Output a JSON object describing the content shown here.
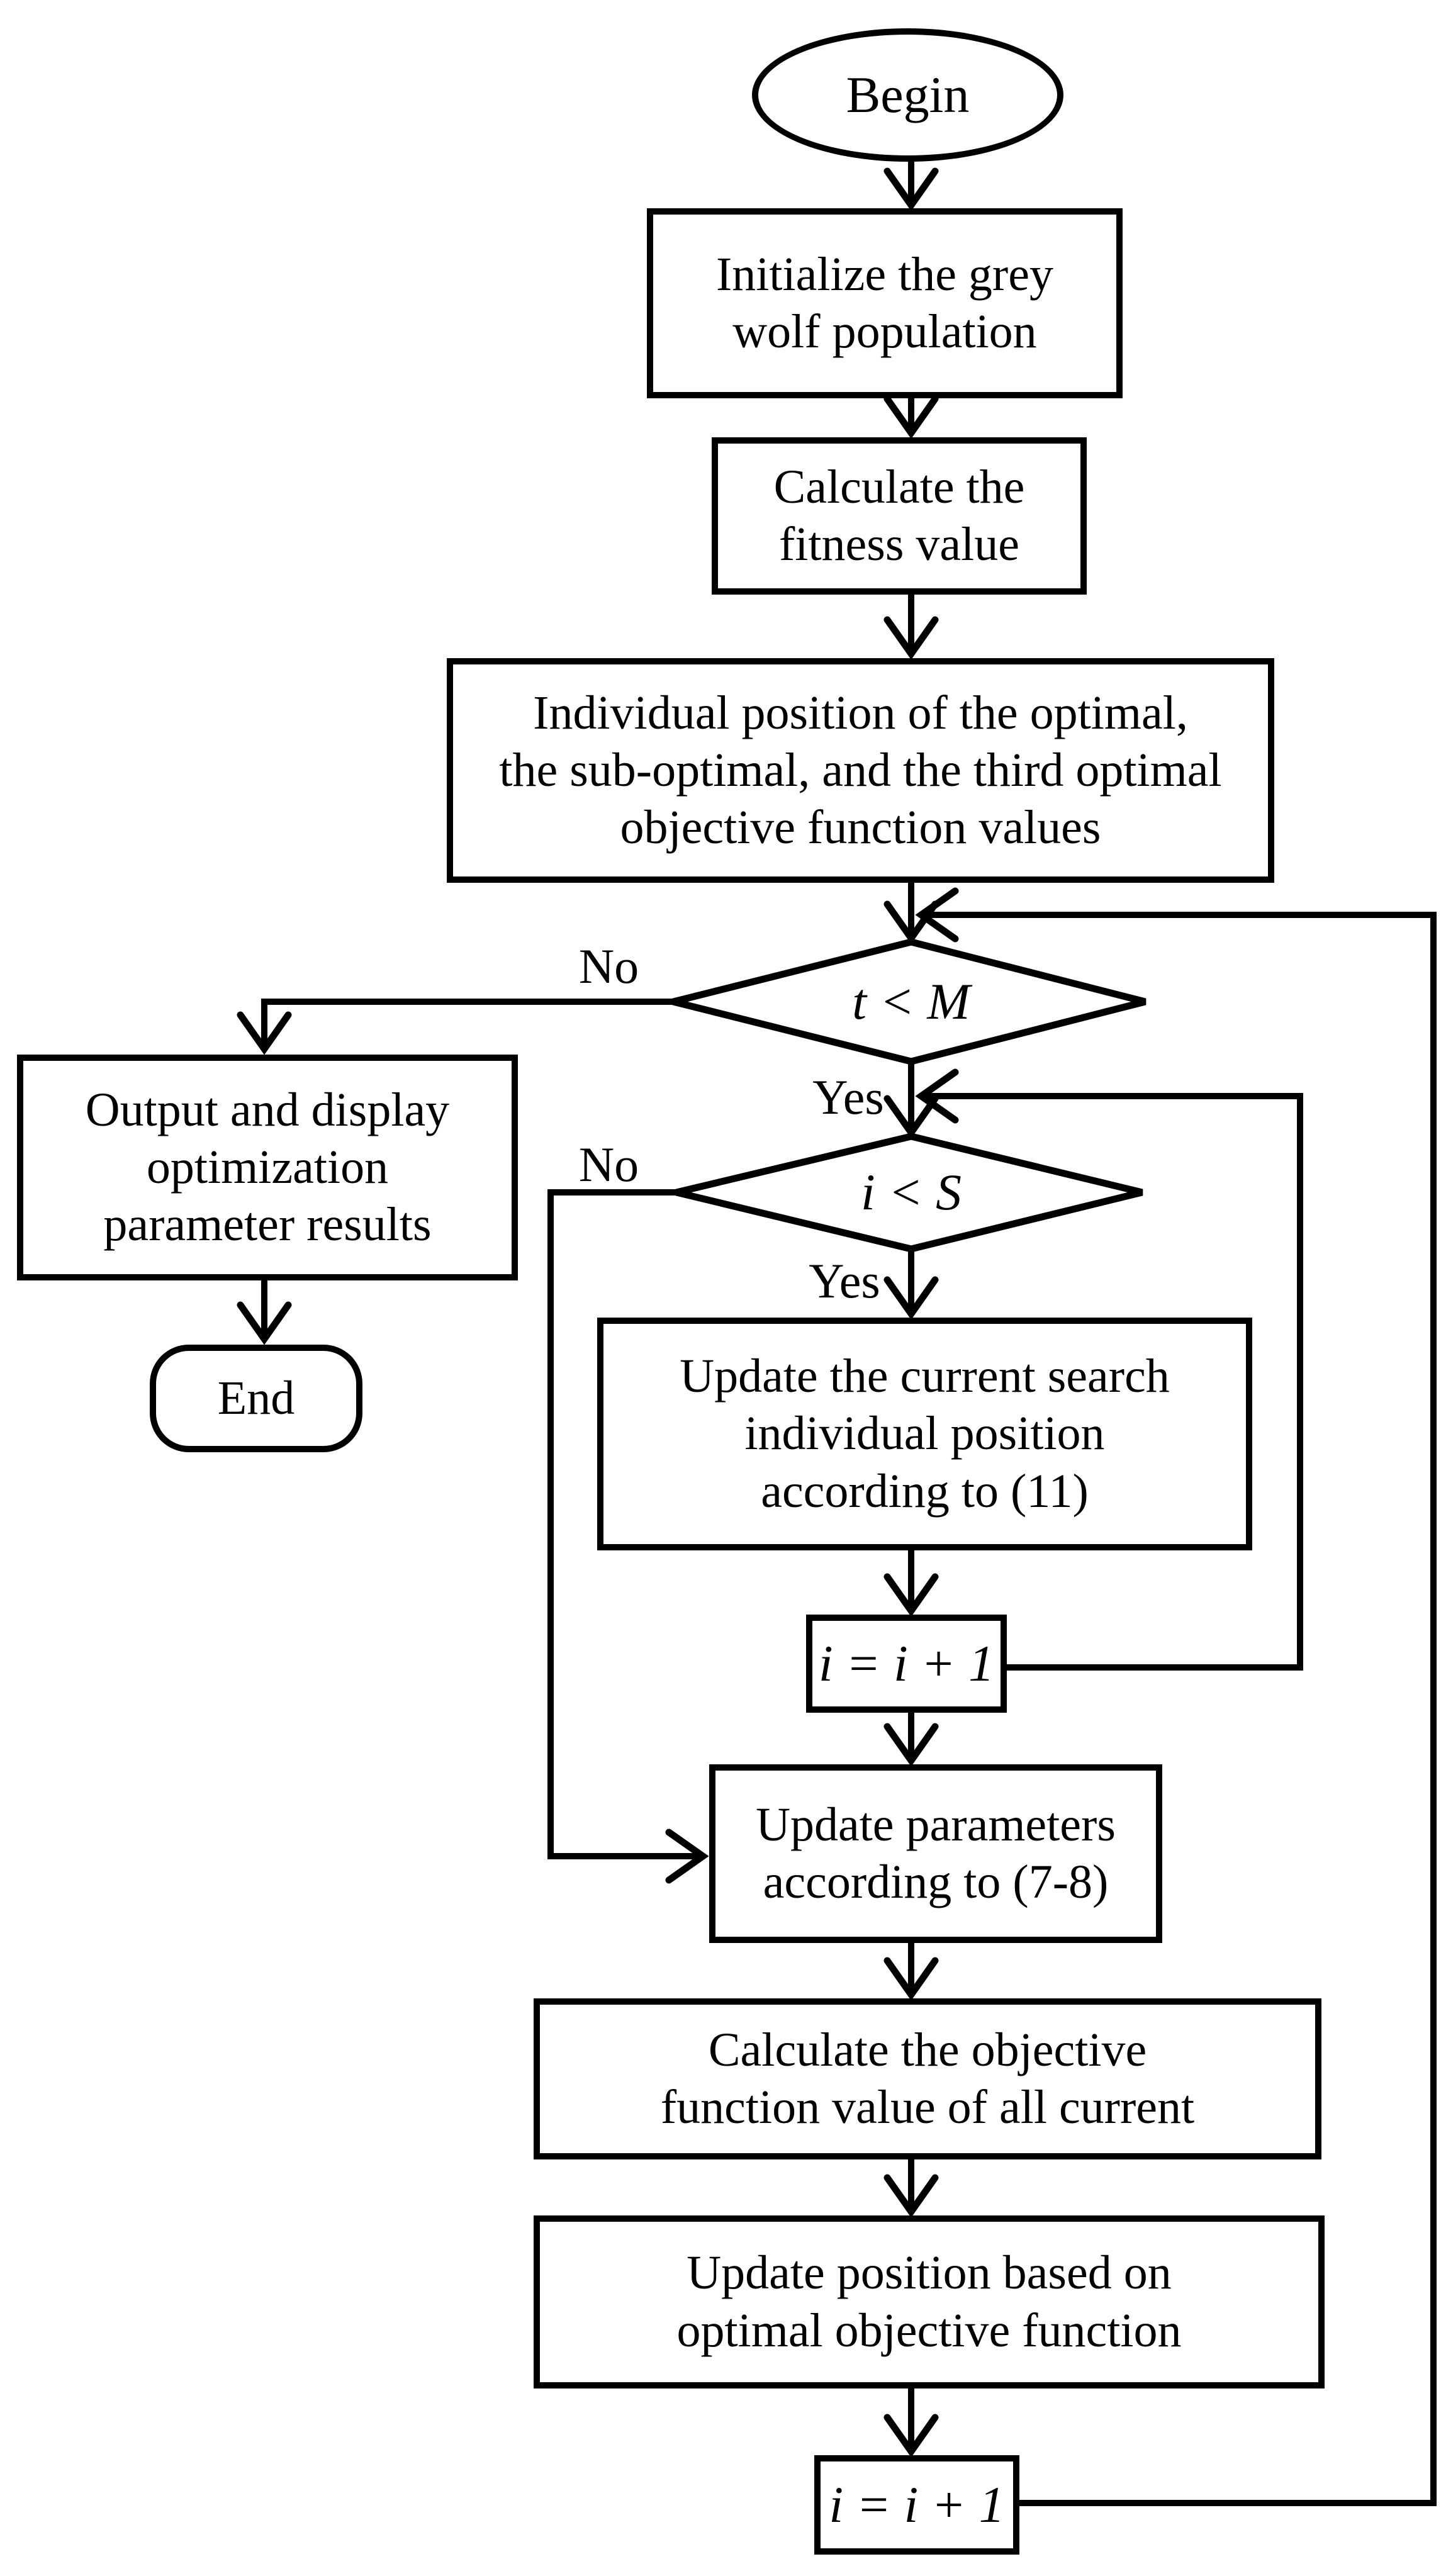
{
  "diagram": {
    "type": "flowchart",
    "background_color": "#ffffff",
    "stroke_color": "#000000",
    "nodes": {
      "begin": {
        "shape": "ellipse",
        "label": "Begin"
      },
      "initialize": {
        "shape": "process",
        "label": "Initialize the grey\nwolf population"
      },
      "fitness": {
        "shape": "process",
        "label": "Calculate the\nfitness value"
      },
      "individual": {
        "shape": "process",
        "label": "Individual position of the optimal,\nthe sub-optimal, and the third optimal\nobjective function values"
      },
      "decision_t": {
        "shape": "decision",
        "label": "t < M"
      },
      "output": {
        "shape": "process",
        "label": "Output and display\noptimization\nparameter results"
      },
      "end": {
        "shape": "terminator",
        "label": "End"
      },
      "decision_i": {
        "shape": "decision",
        "label": "i < S"
      },
      "update_search": {
        "shape": "process",
        "label": "Update the current search\nindividual position\naccording to (11)"
      },
      "increment_inner": {
        "shape": "process",
        "label": "i = i + 1"
      },
      "update_params": {
        "shape": "process",
        "label": "Update parameters\naccording to (7-8)"
      },
      "calc_objective": {
        "shape": "process",
        "label": "Calculate the objective\nfunction value of all current"
      },
      "update_position": {
        "shape": "process",
        "label": "Update position based on\noptimal objective function"
      },
      "increment_outer": {
        "shape": "process",
        "label": "i = i + 1"
      }
    },
    "edge_labels": {
      "t_no": "No",
      "t_yes": "Yes",
      "i_no": "No",
      "i_yes": "Yes"
    }
  }
}
